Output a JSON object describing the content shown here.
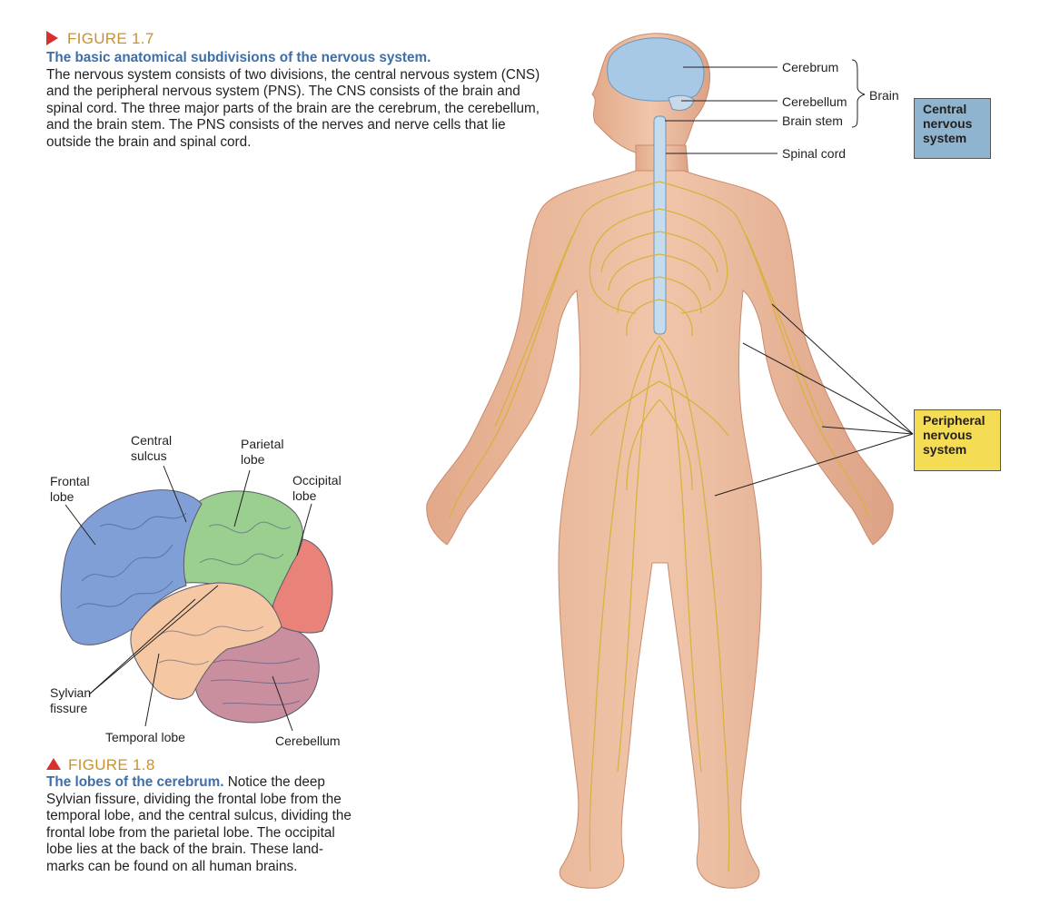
{
  "figure17": {
    "number": "FIGURE 1.7",
    "title": "The basic anatomical subdivisions of the nervous system.",
    "text": "The nervous system consists of two divisions, the central nervous system (CNS) and the peripheral nervous system (PNS). The CNS consists of the brain and spinal cord. The three major parts of the brain are the cerebrum, the cerebellum, and the brain stem. The PNS consists of the nerves and nerve cells that lie outside the brain and spinal cord."
  },
  "figure18": {
    "number": "FIGURE 1.8",
    "title": "The lobes of the cerebrum.",
    "text": " Notice the deep Sylvian fissure, dividing the frontal lobe from the temporal lobe, and the central sulcus, dividing the frontal lobe from the parietal lobe. The occipital lobe lies at the back of the brain. These land-marks can be found on all human brains."
  },
  "body_labels": {
    "cerebrum": "Cerebrum",
    "cerebellum": "Cerebellum",
    "brain_stem": "Brain stem",
    "spinal_cord": "Spinal cord",
    "brain": "Brain",
    "cns_box": "Central nervous system",
    "pns_box": "Peripheral nervous system"
  },
  "brain_labels": {
    "central_sulcus": "Central sulcus",
    "parietal_lobe": "Parietal lobe",
    "frontal_lobe": "Frontal lobe",
    "occipital_lobe": "Occipital lobe",
    "sylvian_fissure": "Sylvian fissure",
    "temporal_lobe": "Temporal lobe",
    "cerebellum": "Cerebellum"
  },
  "colors": {
    "figure_number": "#c8922f",
    "caption_title": "#3e6ea8",
    "cns_box": "#8fb4cf",
    "pns_box": "#f4dc55",
    "frontal": "#7f9fd6",
    "parietal": "#9bcf8f",
    "occipital": "#e98379",
    "temporal": "#f5c8a3",
    "cerebellum": "#c98f9e",
    "nerve": "#d8b13a",
    "skin": "#e9b89a"
  }
}
